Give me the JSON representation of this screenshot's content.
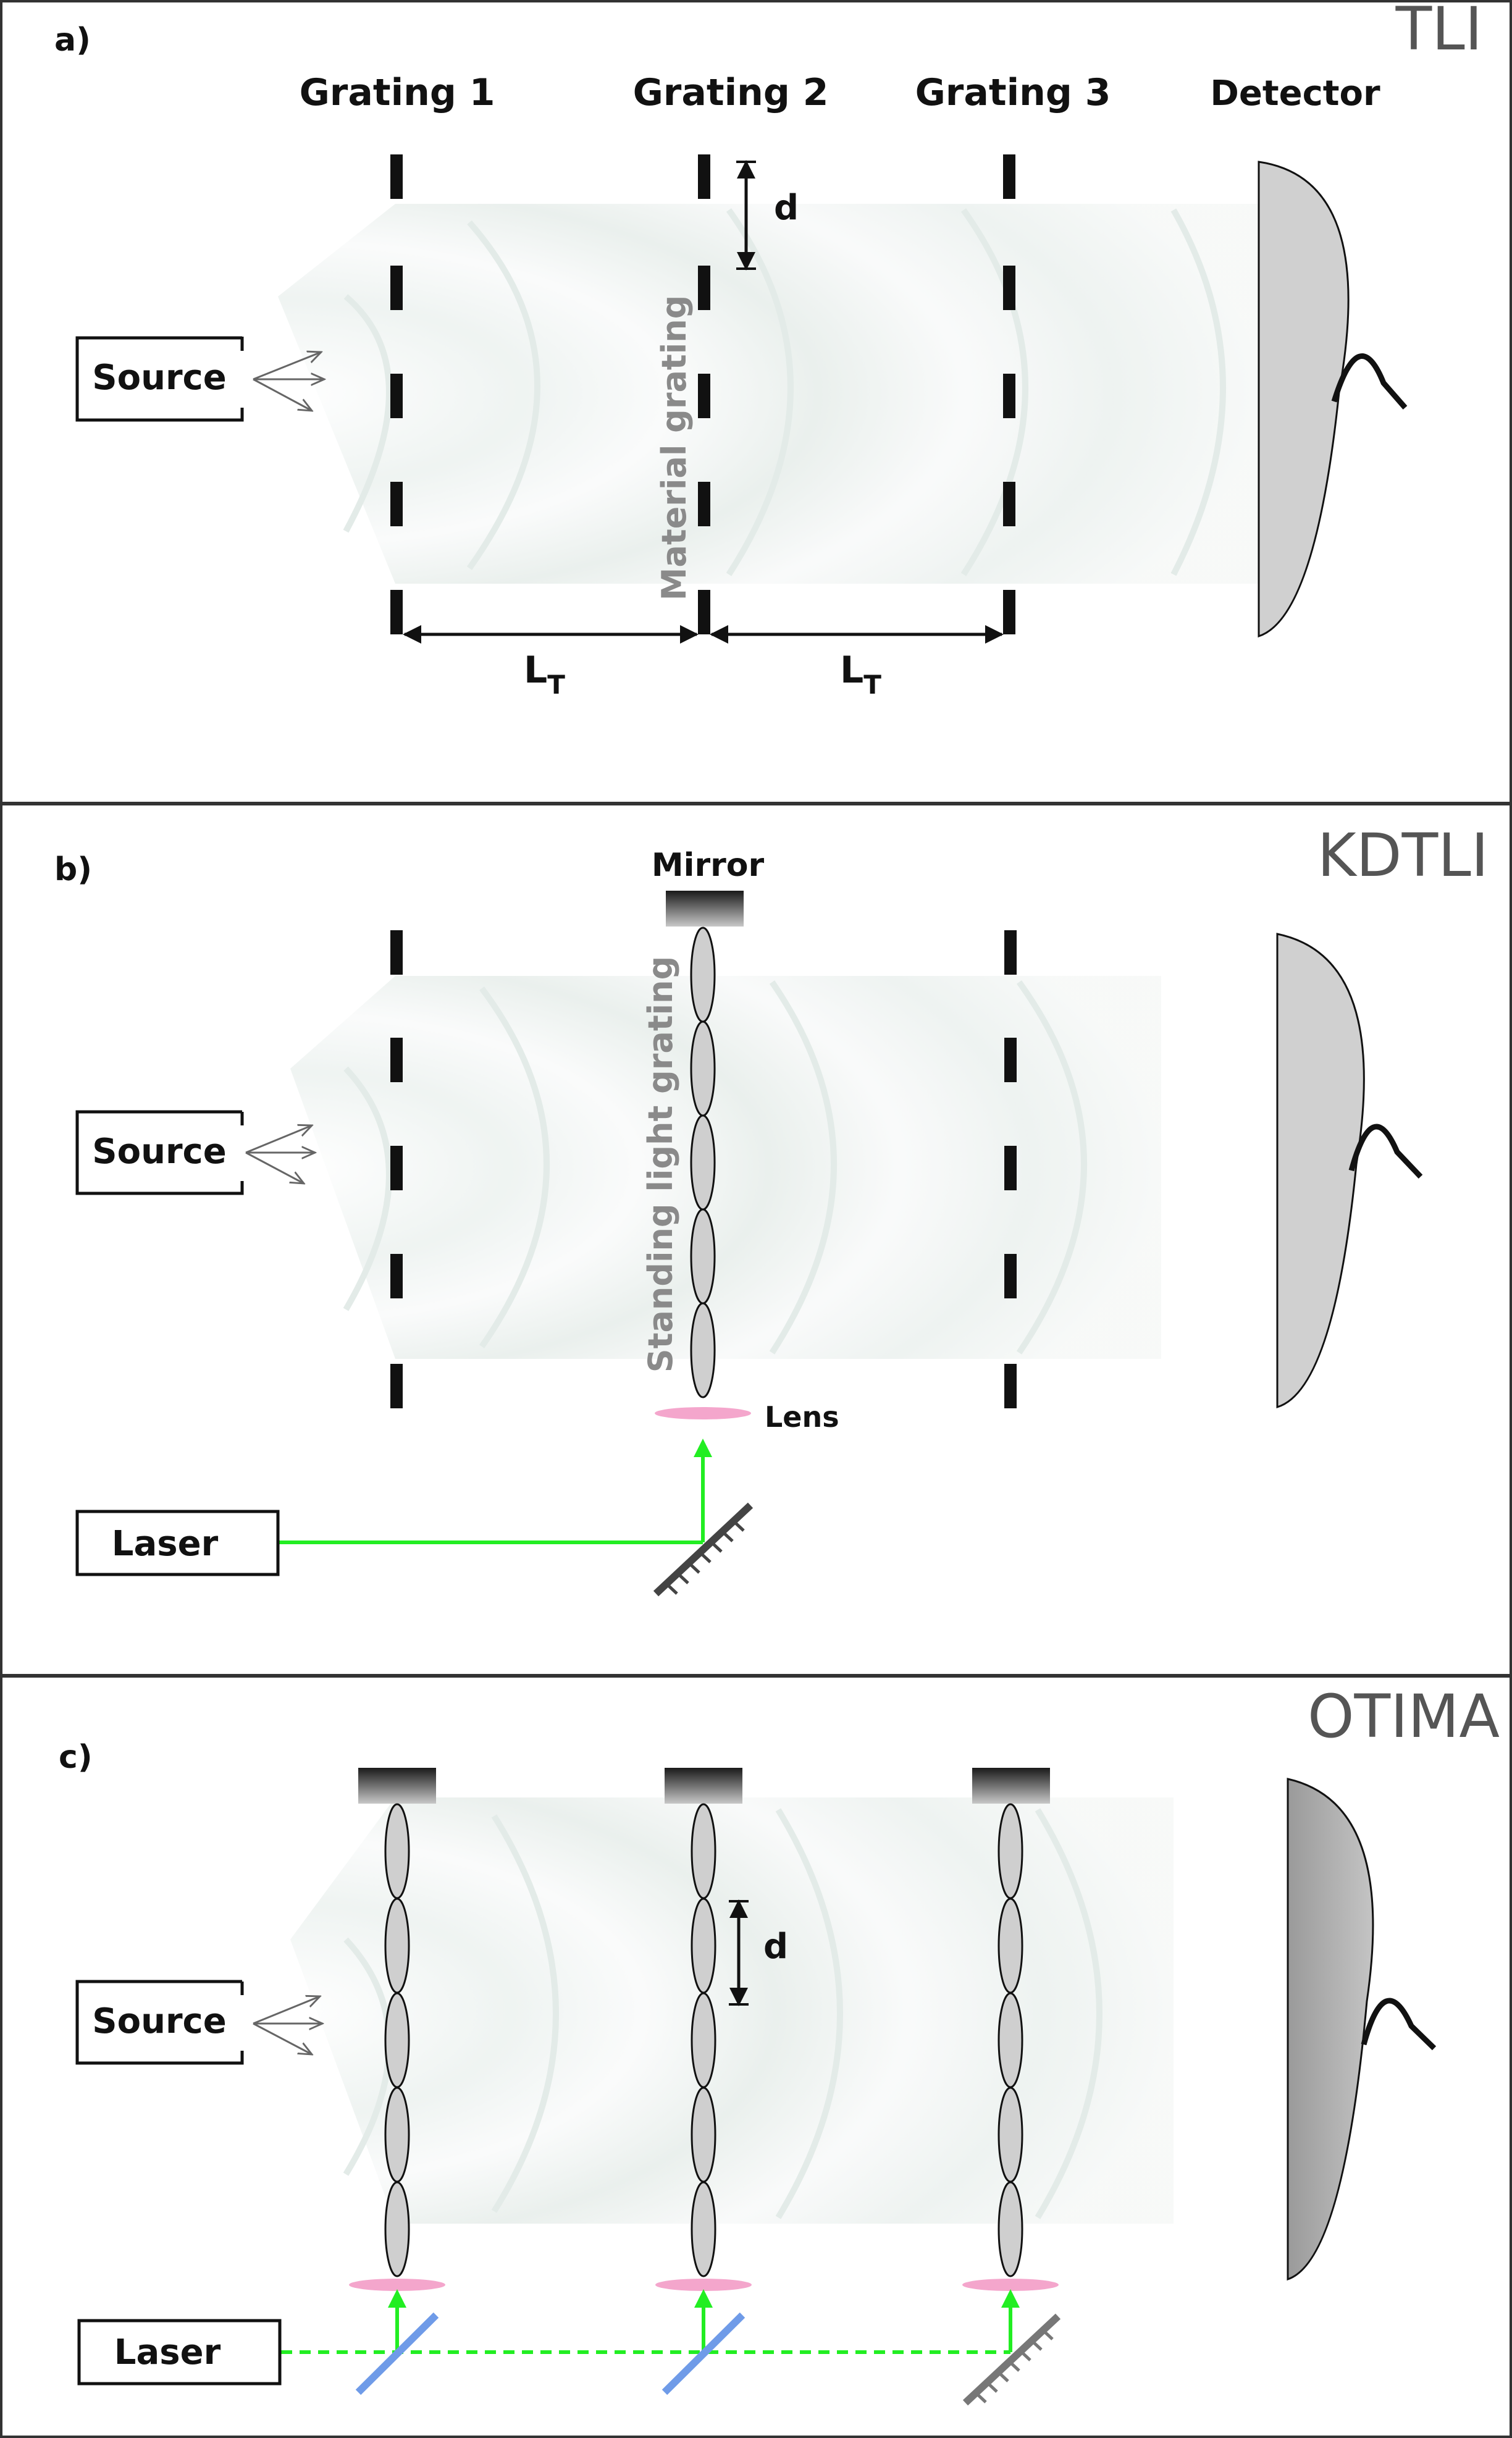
{
  "panels": {
    "a": {
      "tag": "a)",
      "title": "TLI",
      "grating1": "Grating 1",
      "grating2": "Grating 2",
      "grating3": "Grating 3",
      "detector": "Detector",
      "source": "Source",
      "d": "d",
      "material_grating": "Material grating",
      "lt_main": "L",
      "lt_sub": "T"
    },
    "b": {
      "tag": "b)",
      "title": "KDTLI",
      "mirror": "Mirror",
      "source": "Source",
      "standing_light_grating": "Standing light grating",
      "lens": "Lens",
      "laser": "Laser"
    },
    "c": {
      "tag": "c)",
      "title": "OTIMA",
      "source": "Source",
      "d": "d",
      "laser": "Laser"
    }
  },
  "colors": {
    "laser_beam": "#22ee22",
    "lens": "#f4a6cc",
    "beam_splitter": "#6f9be8",
    "detector_fill": "#d0d0d0",
    "detector_fill_c": "#a9a9a9"
  }
}
